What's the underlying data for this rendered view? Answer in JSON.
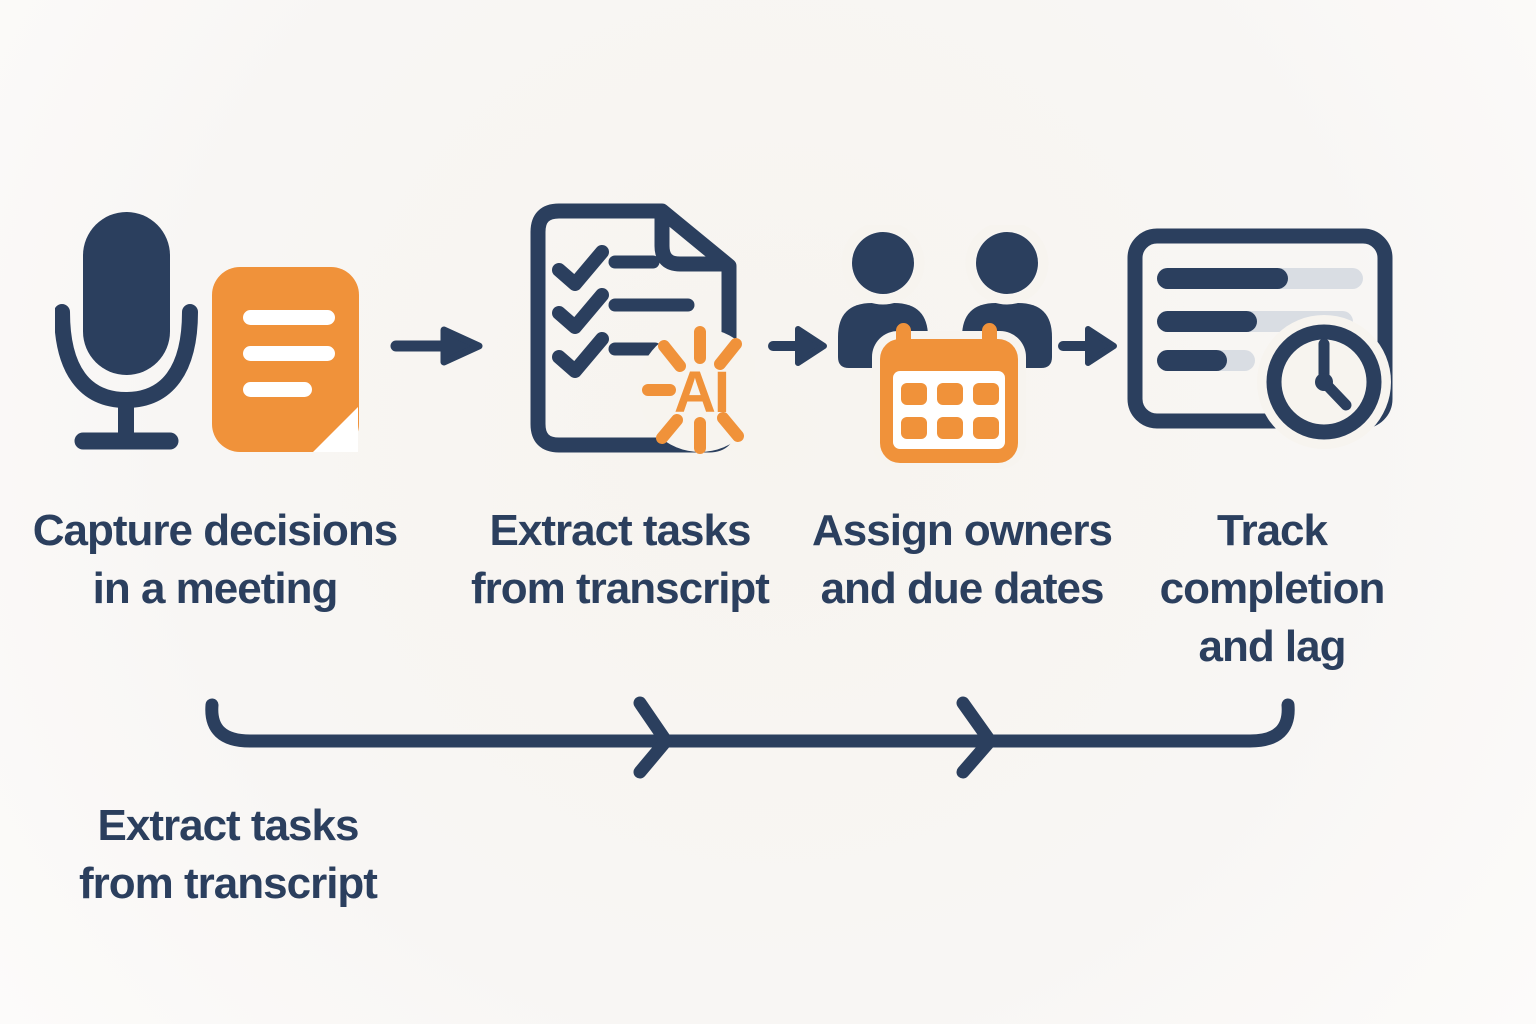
{
  "colors": {
    "navy": "#2b3f5e",
    "orange": "#f0923a",
    "bar_gray": "#d9dde3",
    "background": "#f7f4ef",
    "white": "#ffffff"
  },
  "steps": [
    {
      "label": "Capture decisions\nin a meeting",
      "icons": [
        "microphone-icon",
        "transcript-document-icon"
      ]
    },
    {
      "label": "Extract tasks\nfrom transcript",
      "icons": [
        "checklist-document-icon",
        "ai-sparkle-icon"
      ],
      "ai_badge": "AI"
    },
    {
      "label": "Assign owners\nand due dates",
      "icons": [
        "people-icon",
        "calendar-icon"
      ]
    },
    {
      "label": "Track\ncompletion\nand lag",
      "icons": [
        "task-tracker-icon",
        "clock-icon"
      ]
    }
  ],
  "timeline": {
    "label": "Extract tasks\nfrom transcript"
  }
}
